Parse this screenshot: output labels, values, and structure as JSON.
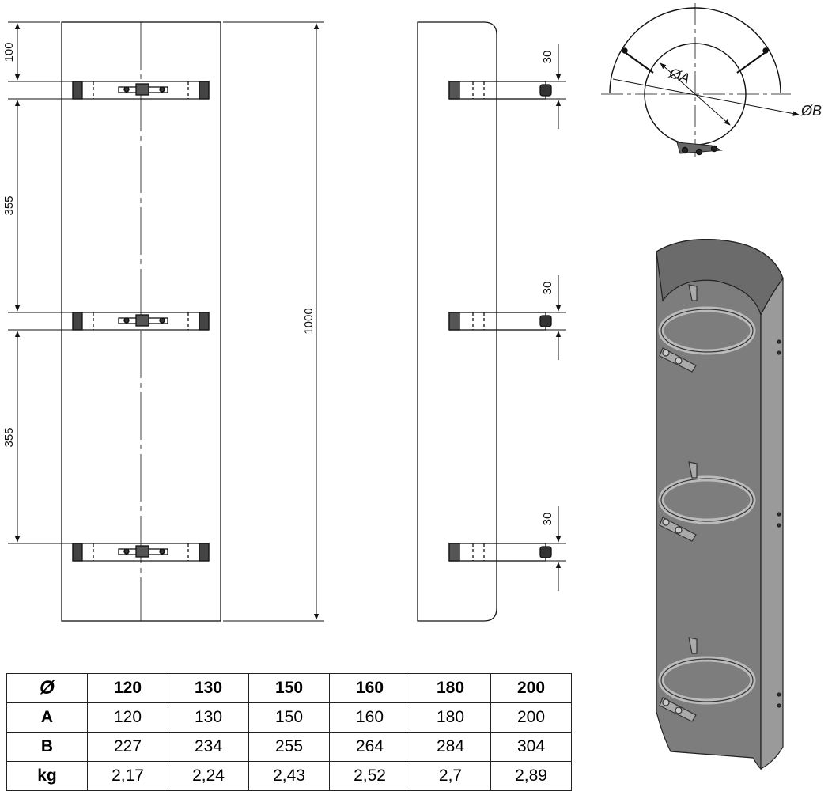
{
  "dimensions": {
    "front_top": "100",
    "front_gap_1": "355",
    "front_gap_2": "355",
    "overall_height": "1000",
    "clamp_height_1": "30",
    "clamp_height_2": "30",
    "clamp_height_3": "30"
  },
  "top_view": {
    "label_a": "ØA",
    "label_b": "ØB"
  },
  "table": {
    "header": [
      "Ø",
      "120",
      "130",
      "150",
      "160",
      "180",
      "200"
    ],
    "rows": [
      [
        "A",
        "120",
        "130",
        "150",
        "160",
        "180",
        "200"
      ],
      [
        "B",
        "227",
        "234",
        "255",
        "264",
        "284",
        "304"
      ],
      [
        "kg",
        "2,17",
        "2,24",
        "2,43",
        "2,52",
        "2,7",
        "2,89"
      ]
    ]
  },
  "colors": {
    "line": "#111111",
    "shield_dark": "#6b6b6b",
    "shield_mid": "#7d7d7d",
    "shield_light": "#9a9a9a"
  }
}
